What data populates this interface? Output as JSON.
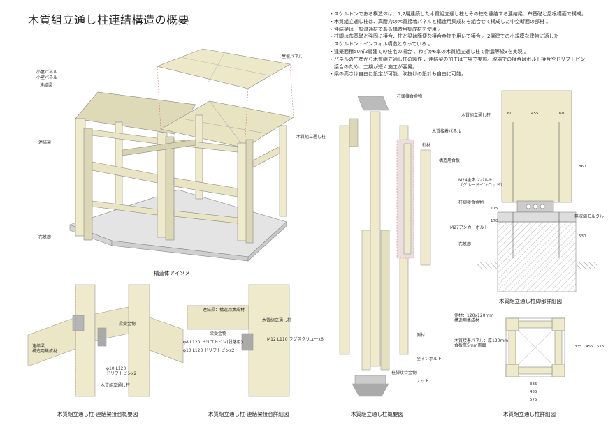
{
  "title": "木質組立通し柱連結構造の概要",
  "notes": [
    "・スケルトンである構造体は、1,2層連続した木質組立通し柱とその柱を連結する連結梁、布基礎と屋根構面で構成。",
    "・木質組立通し柱は、高耐力の木質接着パネルと構造用集成材を組合せて構成した中空断面の部材 。",
    "・連結梁は一般流通材である構造用集成材を使用 。",
    "・柱脚は布基礎と強固に接合、柱と梁は簡便な接合金物を用いて接合 。2層建ての小規模な建物に適した",
    "　スケルトン・インフィル構造となっている 。",
    "・建築面積50㎡2層建ての住宅の場合 、わずか6本の木質組立通し柱で耐震等級3を実現 。",
    "・パネルの生産から木質組立通し柱の製作 、連結梁の加工は工場で実施。現場での接合はボルト接合やドリフトピン",
    "　接合のため、工期が短く施工が容易。",
    "・梁の高さは自由に設定が可能、吹抜けの設計も自由に可能。"
  ],
  "iso": {
    "caption": "構造体アイソメ",
    "labels": {
      "roof_panel": "屋根パネル",
      "koya_panel": "小屋パネル",
      "kokabe_panel": "小壁パネル",
      "beam_top": "連結梁",
      "beam_left": "連結梁",
      "column": "木質組立通し柱",
      "foundation": "布基礎"
    }
  },
  "detail1": {
    "caption": "木質組立通し柱-連結梁接合概要図",
    "labels": {
      "beam_hw": "梁受金物",
      "beam": "連結梁\n構造用集成材",
      "pin": "φ10 L120\nドリフトピンx2",
      "column": "木質組立通し柱"
    }
  },
  "detail2": {
    "caption": "木質組立通し柱-連結梁接合詳細図",
    "labels": {
      "beam": "連結梁：構造用集成材",
      "column": "木質組立通し柱",
      "hw": "梁受金物",
      "pin8": "φ8 L120 ドリフトピン(脱落用)",
      "screw": "M12 L110 ラグスクリューx6",
      "pin10": "φ10 L120 ドリフトピンx2"
    }
  },
  "exploded": {
    "caption": "木質組立通し柱概要図",
    "labels": {
      "cap_hw": "柱頭接合金物",
      "panel": "木質接着パネル",
      "stud": "桁材",
      "plywood": "構造用合板",
      "side": "側材",
      "bolt": "全ネジボルト",
      "base_hw": "柱脚接合金物",
      "nut": "ナット"
    }
  },
  "base": {
    "caption": "木質組立通し柱脚部詳細図",
    "labels": {
      "column": "木質組立通し柱",
      "bolt": "M24全ネジボルト\n（グルードインロッド）",
      "base_hw": "柱脚接合金物",
      "anchor": "M27アンカーボルト",
      "foundation": "布基礎",
      "mortar": "無収縮モルタル"
    },
    "dims": [
      "60",
      "455",
      "60",
      "860",
      "175",
      "170",
      "530"
    ]
  },
  "plan": {
    "caption": "木質組立通し柱詳細図",
    "labels": {
      "side": "側材：120x120mm\n構造用集成材",
      "panel": "木質接着パネル：厚120mm\n合板厚5mm両面"
    },
    "dims": [
      "335",
      "455",
      "575",
      "335",
      "455",
      "575"
    ]
  }
}
